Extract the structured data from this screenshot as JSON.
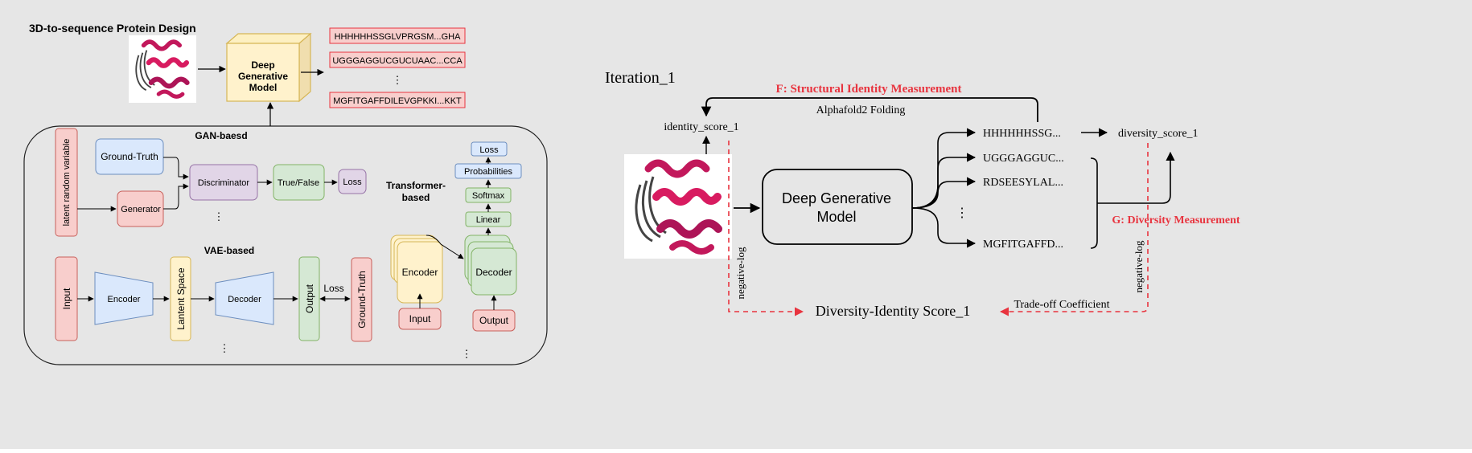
{
  "left": {
    "title": "3D-to-sequence Protein Design",
    "deep_model": [
      "Deep",
      "Generative",
      "Model"
    ],
    "outputs": [
      "HHHHHHSSGLVPRGSM...GHA",
      "UGGGAGGUCGUCUAAC...CCA",
      "⋮",
      "MGFITGAFFDILEVGPKKI...KKT"
    ],
    "gan": {
      "title": "GAN-baesd",
      "latent": "latent random variable",
      "ground_truth": "Ground-Truth",
      "generator": "Generator",
      "discriminator": "Discriminator",
      "true_false": "True/False",
      "loss": "Loss",
      "more": "⋮"
    },
    "vae": {
      "title": "VAE-based",
      "input": "Input",
      "encoder": "Encoder",
      "latent_space": "Lantent Space",
      "decoder": "Decoder",
      "output": "Output",
      "loss": "Loss",
      "ground_truth": "Ground-Truth",
      "more": "⋮"
    },
    "transformer": {
      "title": [
        "Transformer-",
        "based"
      ],
      "encoder": "Encoder",
      "decoder": "Decoder",
      "input": "Input",
      "output": "Output",
      "linear": "Linear",
      "softmax": "Softmax",
      "probabilities": "Probabilities",
      "loss": "Loss",
      "more": "⋮"
    }
  },
  "right": {
    "iteration": "Iteration_1",
    "f_label": "F: Structural Identity Measurement",
    "folding": "Alphafold2 Folding",
    "identity_score": "identity_score_1",
    "deep_model": [
      "Deep Generative",
      "Model"
    ],
    "sequences": [
      "HHHHHHSSG...",
      "UGGGAGGUC...",
      "RDSEESYLAL...",
      "⋮",
      "MGFITGAFFD..."
    ],
    "diversity_score": "diversity_score_1",
    "g_label": "G: Diversity Measurement",
    "neg_log_left": "negative-log",
    "neg_log_right": "negative-log",
    "combined": "Diversity-Identity Score_1",
    "tradeoff": "Trade-off Coefficient"
  },
  "colors": {
    "red_label": "#e8343f",
    "red_fill": "#f8cecc",
    "red_stroke": "#c8605b",
    "yellow_fill": "#fff2cc",
    "yellow_stroke": "#d6b656",
    "blue_fill": "#dae8fc",
    "blue_stroke": "#6c8ebf",
    "green_fill": "#d5e8d4",
    "green_stroke": "#82b366",
    "purple_fill": "#e1d5e7",
    "purple_stroke": "#9673a6",
    "protein": "#c2185b"
  }
}
